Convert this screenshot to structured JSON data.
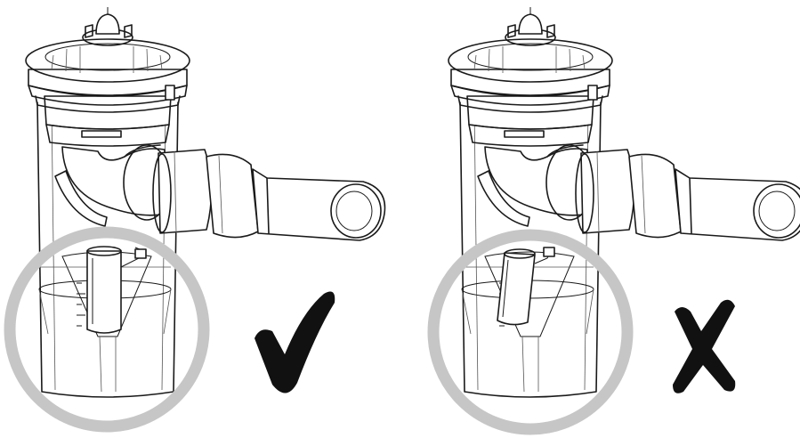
{
  "figure": {
    "panels": [
      {
        "id": "correct",
        "verdict": "correct",
        "mark_icon": "checkmark-icon"
      },
      {
        "id": "incorrect",
        "verdict": "incorrect",
        "mark_icon": "cross-icon"
      }
    ],
    "colors": {
      "line": "#1a1a1a",
      "highlight_ring": "#c6c6c6",
      "mark": "#111111",
      "background": "#ffffff"
    }
  }
}
